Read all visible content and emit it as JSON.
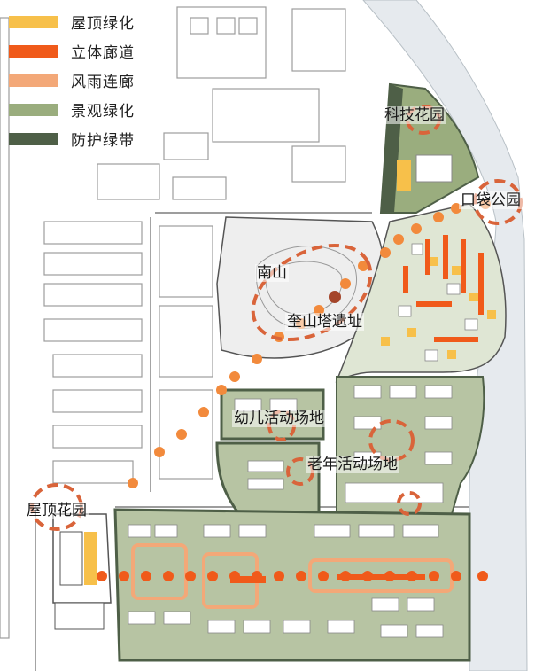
{
  "legend": {
    "items": [
      {
        "label": "屋顶绿化",
        "color": "#f7c04a"
      },
      {
        "label": "立体廊道",
        "color": "#f05a1a"
      },
      {
        "label": "风雨连廊",
        "color": "#f3a878"
      },
      {
        "label": "景观绿化",
        "color": "#9aad7e"
      },
      {
        "label": "防护绿带",
        "color": "#4e5f47"
      }
    ]
  },
  "places": {
    "tech_garden": "科技花园",
    "pocket_park": "口袋公园",
    "nanshan": "南山",
    "kuishan_tower": "奎山塔遗址",
    "kids_area": "幼儿活动场地",
    "elderly_area": "老年活动场地",
    "roof_garden": "屋顶花园"
  },
  "colors": {
    "corridor_dots": "#f28a3c",
    "highlight_circle": "#d9643a",
    "river": "#e4e9ee",
    "building_outline": "#9a9a9a",
    "parcel_outline": "#5a5a5a"
  }
}
